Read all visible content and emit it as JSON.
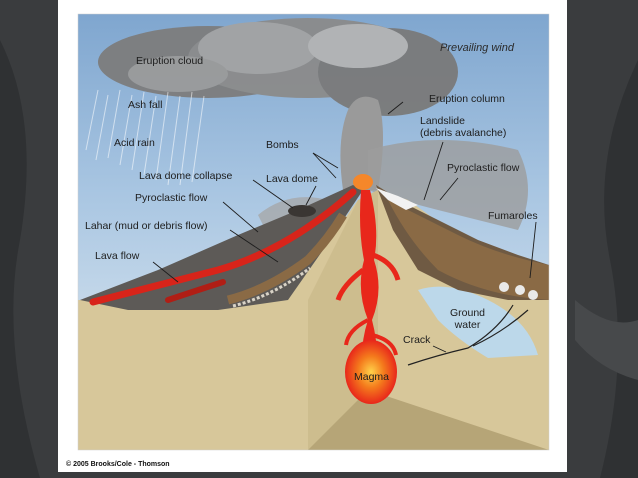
{
  "labels": {
    "prevailing_wind": "Prevailing wind",
    "eruption_cloud": "Eruption cloud",
    "ash_fall": "Ash fall",
    "acid_rain": "Acid rain",
    "eruption_column": "Eruption column",
    "landslide_line1": "Landslide",
    "landslide_line2": "(debris avalanche)",
    "bombs": "Bombs",
    "pyroclastic_flow_right": "Pyroclastic flow",
    "lava_dome_collapse": "Lava dome collapse",
    "lava_dome": "Lava dome",
    "pyroclastic_flow_left": "Pyroclastic flow",
    "fumaroles": "Fumaroles",
    "lahar": "Lahar (mud or debris flow)",
    "lava_flow": "Lava flow",
    "ground_water_line1": "Ground",
    "ground_water_line2": "water",
    "crack": "Crack",
    "magma": "Magma"
  },
  "copyright": "© 2005 Brooks/Cole - Thomson",
  "colors": {
    "slide_background": "#3a3c3e",
    "sky": "#8fb4d8",
    "ground": "#d7c79a",
    "magma": "#e8271b",
    "lava": "#d8241a",
    "ground_water": "#bcd8ea"
  }
}
